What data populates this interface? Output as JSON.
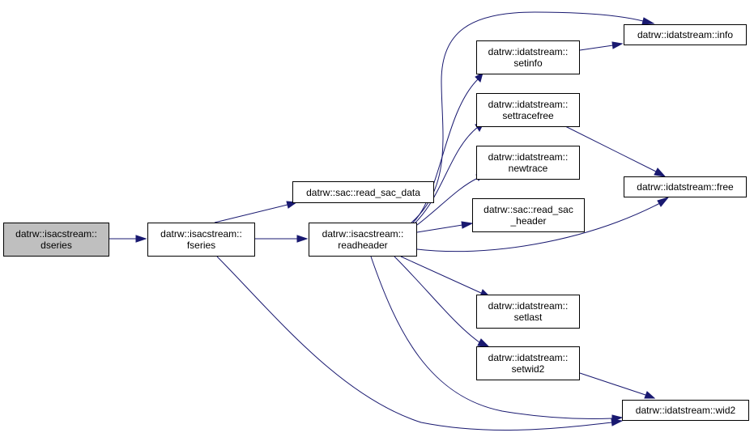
{
  "colors": {
    "edge": "#191970",
    "root_fill": "#bfbfbf",
    "node_fill": "#ffffff",
    "border": "#000000"
  },
  "nodes": {
    "dseries": [
      "datrw::isacstream::",
      "dseries"
    ],
    "fseries": [
      "datrw::isacstream::",
      "fseries"
    ],
    "read_sac_data": [
      "datrw::sac::read_sac_data"
    ],
    "readheader": [
      "datrw::isacstream::",
      "readheader"
    ],
    "setinfo": [
      "datrw::idatstream::",
      "setinfo"
    ],
    "info": [
      "datrw::idatstream::info"
    ],
    "settracefree": [
      "datrw::idatstream::",
      "settracefree"
    ],
    "newtrace": [
      "datrw::idatstream::",
      "newtrace"
    ],
    "read_sac_header": [
      "datrw::sac::read_sac",
      "_header"
    ],
    "free": [
      "datrw::idatstream::free"
    ],
    "setlast": [
      "datrw::idatstream::",
      "setlast"
    ],
    "setwid2": [
      "datrw::idatstream::",
      "setwid2"
    ],
    "wid2": [
      "datrw::idatstream::wid2"
    ]
  }
}
